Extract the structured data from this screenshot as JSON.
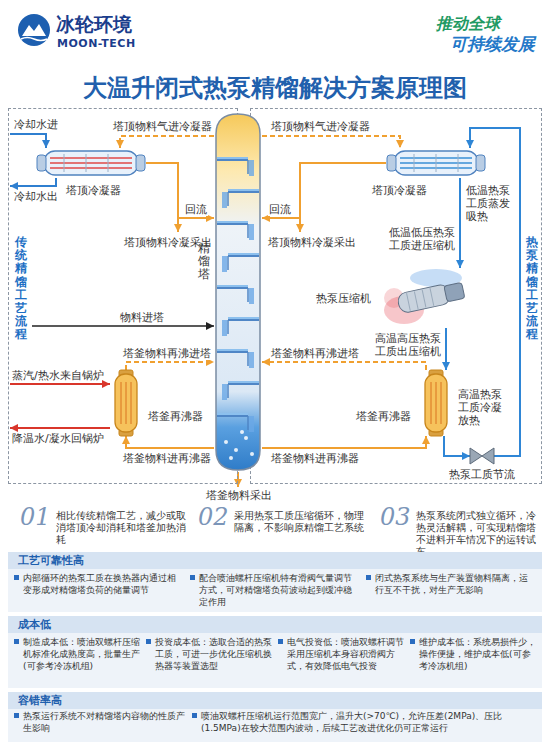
{
  "diagram": {
    "title": "大温升闭式热泵精馏解决方案原理图",
    "nodes": [
      {
        "text": [
          "传统精馏工艺流程"
        ]
      },
      {
        "text": [
          "热泵精馏工艺流程"
        ]
      },
      {
        "text": [
          "精馏塔"
        ]
      },
      {
        "text": [
          "塔顶冷凝器"
        ],
        "in": 0
      },
      {
        "text": [
          "塔釜再沸器"
        ],
        "in": 0
      },
      {
        "text": [
          "塔顶冷凝器"
        ],
        "in": 1
      },
      {
        "text": [
          "热泵压缩机"
        ],
        "in": 1
      },
      {
        "text": [
          "塔釜再沸器"
        ],
        "in": 1
      },
      {
        "text": [
          "热泵工质节流"
        ],
        "in": 1
      },
      {
        "text": [
          "工艺可靠性高"
        ]
      },
      {
        "text": [
          "内部循环的热泵工质在换热器内通过相变形成对精馏塔负荷的储量调节"
        ],
        "in": 9
      },
      {
        "text": [
          "配合喷油螺杆压缩机特有滑阀气量调节方式，可对精馏塔负荷波动起到缓冲稳定作用"
        ],
        "in": 9
      },
      {
        "text": [
          "闭式热泵系统与生产装置物料隔离，运行互不干扰，对生产无影响"
        ],
        "in": 9
      },
      {
        "text": [
          "成本低"
        ]
      },
      {
        "text": [
          "制造成本低：喷油双螺杆压缩机标准化成熟度高，批量生产(可参考冷冻机组)"
        ],
        "in": 13
      },
      {
        "text": [
          "投资成本低：选取合适的热泵工质，可进一步优化压缩机换热器等装置选型"
        ],
        "in": 13
      },
      {
        "text": [
          "电气投资低：喷油双螺杆调节采用压缩机本身容积滑阀方式，有效降低电气投资"
        ],
        "in": 13
      },
      {
        "text": [
          "维护成本低：系统易损件少，操作便捷，维护成本低(可参考冷冻机组)"
        ],
        "in": 13
      },
      {
        "text": [
          "容错率高"
        ]
      },
      {
        "text": [
          "热泵运行系统不对精馏塔内容物的性质产生影响"
        ],
        "in": 18
      },
      {
        "text": [
          "喷油双螺杆压缩机运行范围宽广，温升大(>70℃)，允许压差(2MPa)、压比(1.5MPa)在较大范围内波动，后续工艺改进优化仍可正常运行"
        ],
        "in": 18
      }
    ],
    "edges": [
      {
        "from": 2,
        "to": 3,
        "label": "塔顶物料气进冷凝器",
        "arrow": "to"
      },
      {
        "from": 3,
        "to": 2,
        "label": "回流",
        "arrow": "to"
      },
      {
        "from": 2,
        "to": 5,
        "label": "塔顶物料气进冷凝器",
        "arrow": "to"
      },
      {
        "from": 5,
        "to": 2,
        "label": "回流",
        "arrow": "to"
      },
      {
        "from": 4,
        "to": 2,
        "label": "塔釜物料再沸进塔",
        "arrow": "to"
      },
      {
        "from": 2,
        "to": 4,
        "label": "塔釜物料进再沸器",
        "arrow": "to"
      },
      {
        "from": 7,
        "to": 2,
        "label": "塔釜物料再沸进塔",
        "arrow": "to"
      },
      {
        "from": 2,
        "to": 7,
        "label": "塔釜物料进再沸器",
        "arrow": "to"
      },
      {
        "from": 5,
        "to": 6,
        "label": "低温低压热泵工质进压缩机",
        "arrow": "to"
      },
      {
        "from": 6,
        "to": 7,
        "label": "高温高压热泵工质出压缩机",
        "arrow": "to"
      },
      {
        "from": 7,
        "to": 8,
        "arrow": "to"
      },
      {
        "from": 8,
        "to": 5,
        "arrow": "to"
      }
    ],
    "labels": [
      "冰轮环境",
      "MOON-TECH",
      "推动全球",
      "可持续发展",
      "冷却水进",
      "冷却水出",
      "塔顶物料冷凝采出",
      "物料进塔",
      "蒸汽/热水来自锅炉",
      "降温水/凝水回锅炉",
      "低温热泵工质蒸发吸热",
      "塔顶物料冷凝采出",
      "高温热泵工质冷凝放热",
      "塔釜物料采出",
      "01",
      "相比传统精馏工艺，减少或取消塔顶冷却消耗和塔釜加热消耗",
      "02",
      "采用热泵工质压缩循环，物理隔离，不影响原精馏工艺系统",
      "03",
      "热泵系统闭式独立循环，冷热灵活解耦，可实现精馏塔不进料开车情况下的运转试车"
    ]
  }
}
